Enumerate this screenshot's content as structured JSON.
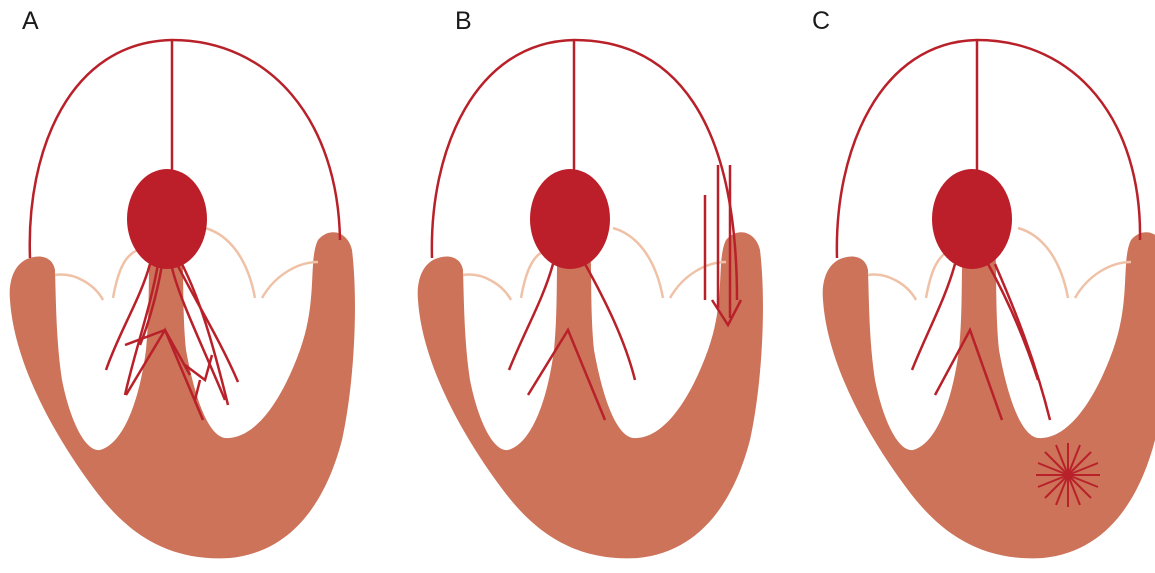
{
  "panels": [
    {
      "id": "A",
      "label": "A"
    },
    {
      "id": "B",
      "label": "B"
    },
    {
      "id": "C",
      "label": "C"
    }
  ],
  "colors": {
    "myocardium": "#cc735a",
    "conduction": "#b9212a",
    "node": "#bc1f29",
    "valve": "#efc2a8",
    "background": "#ffffff"
  }
}
